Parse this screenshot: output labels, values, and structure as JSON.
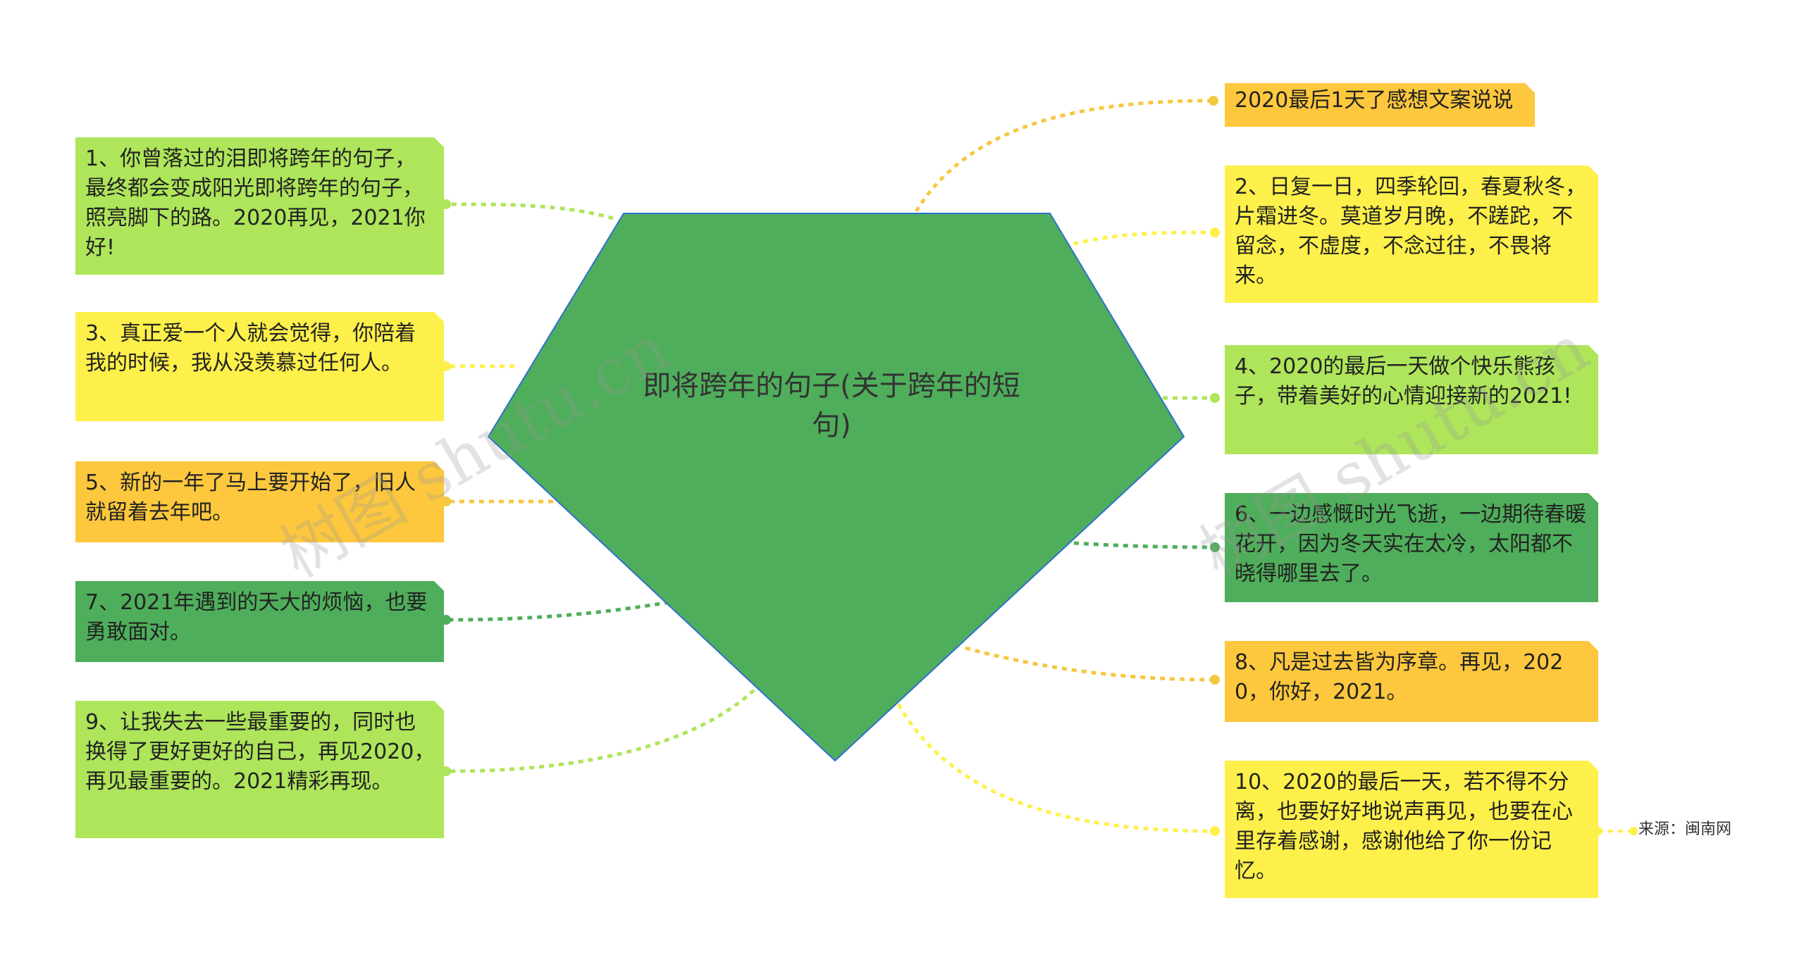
{
  "center": {
    "label": "即将跨年的句子(关于跨年的短句)"
  },
  "branches": [
    {
      "id": "title",
      "text": "2020最后1天了感想文案说说",
      "color": "#fdc83d"
    },
    {
      "id": "n1",
      "text": "1、你曾落过的泪即将跨年的句子，最终都会变成阳光即将跨年的句子，照亮脚下的路。2020再见，2021你好!",
      "color": "#aee55a"
    },
    {
      "id": "n2",
      "text": "2、日复一日，四季轮回，春夏秋冬，片霜进冬。莫道岁月晚，不蹉跎，不留念，不虚度，不念过往，不畏将来。",
      "color": "#fef04a"
    },
    {
      "id": "n3",
      "text": "3、真正爱一个人就会觉得，你陪着我的时候，我从没羡慕过任何人。",
      "color": "#fef04a"
    },
    {
      "id": "n4",
      "text": "4、2020的最后一天做个快乐熊孩子，带着美好的心情迎接新的2021!",
      "color": "#aee55a"
    },
    {
      "id": "n5",
      "text": "5、新的一年了马上要开始了，旧人就留着去年吧。",
      "color": "#fdc83d"
    },
    {
      "id": "n6",
      "text": "6、一边感慨时光飞逝，一边期待春暖花开，因为冬天实在太冷，太阳都不晓得哪里去了。",
      "color": "#4fae5b"
    },
    {
      "id": "n7",
      "text": "7、2021年遇到的天大的烦恼，也要勇敢面对。",
      "color": "#4fae5b"
    },
    {
      "id": "n8",
      "text": "8、凡是过去皆为序章。再见，2020，你好，2021。",
      "color": "#fdc83d"
    },
    {
      "id": "n9",
      "text": "9、让我失去一些最重要的，同时也换得了更好更好的自己，再见2020，再见最重要的。2021精彩再现。",
      "color": "#aee55a"
    },
    {
      "id": "n10",
      "text": "10、2020的最后一天，若不得不分离，也要好好地说声再见，也要在心里存着感谢，感谢他给了你一份记忆。",
      "color": "#fef04a"
    }
  ],
  "source": {
    "text": "来源：闽南网"
  },
  "watermark": {
    "text": "树图 shutu.cn"
  },
  "colors": {
    "center_fill": "#4fae5b",
    "center_stroke": "#2f6fce"
  }
}
